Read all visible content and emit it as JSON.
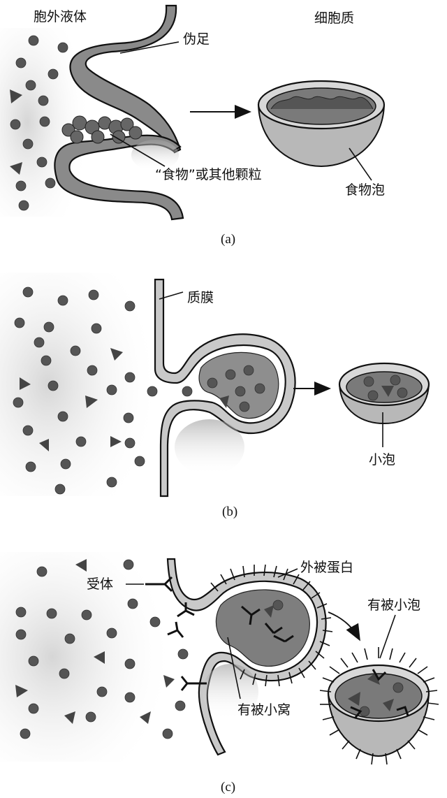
{
  "panel_a": {
    "label_extracellular": "胞外液体",
    "label_cytoplasm": "细胞质",
    "label_pseudopod": "伪足",
    "label_food": "“食物”或其他颗粒",
    "label_food_vacuole": "食物泡",
    "caption": "(a)"
  },
  "panel_b": {
    "label_membrane": "质膜",
    "label_vesicle": "小泡",
    "caption": "(b)"
  },
  "panel_c": {
    "label_receptor": "受体",
    "label_coat_protein": "外被蛋白",
    "label_coated_vesicle": "有被小泡",
    "label_coated_pit": "有被小窝",
    "caption": "(c)"
  }
}
